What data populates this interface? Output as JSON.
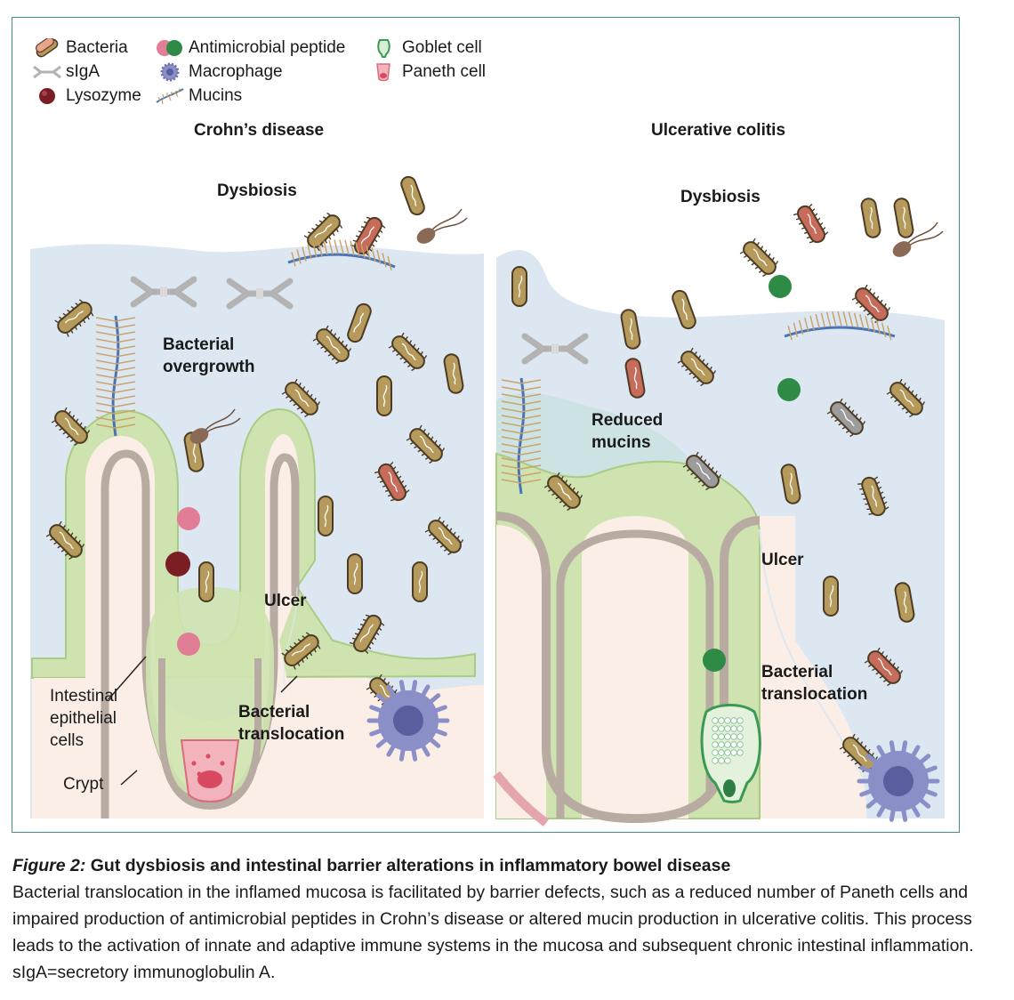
{
  "legend": {
    "bacteria": "Bacteria",
    "siga": "sIgA",
    "lysozyme": "Lysozyme",
    "antimicrobial_peptide": "Antimicrobial peptide",
    "macrophage": "Macrophage",
    "mucins": "Mucins",
    "goblet_cell": "Goblet cell",
    "paneth_cell": "Paneth cell"
  },
  "crohns": {
    "title": "Crohn’s disease",
    "dysbiosis": "Dysbiosis",
    "overgrowth_line1": "Bacterial",
    "overgrowth_line2": "overgrowth",
    "ulcer": "Ulcer",
    "translocation_line1": "Bacterial",
    "translocation_line2": "translocation",
    "epithelial_line1": "Intestinal",
    "epithelial_line2": "epithelial",
    "epithelial_line3": "cells",
    "crypt": "Crypt"
  },
  "uc": {
    "title": "Ulcerative colitis",
    "dysbiosis": "Dysbiosis",
    "reduced_line1": "Reduced",
    "reduced_line2": "mucins",
    "ulcer": "Ulcer",
    "translocation_line1": "Bacterial",
    "translocation_line2": "translocation"
  },
  "caption": {
    "figure_label": "Figure 2:",
    "title": "Gut dysbiosis and intestinal barrier alterations in inflammatory bowel disease",
    "body": "Bacterial translocation in the inflamed mucosa is facilitated by barrier defects, such as a reduced number of Paneth cells and impaired production of antimicrobial peptides in Crohn’s disease or altered mucin production in ulcerative colitis. This process leads to the activation of innate and adaptive immune systems in the mucosa and subsequent chronic intestinal inflammation. sIgA=secretory immunoglobulin A."
  },
  "colors": {
    "frame": "#3f8f8a",
    "lumen": "#dde7f1",
    "epithelium": "#cfe3b0",
    "crypt_wall": "#b8aca2",
    "tissue": "#fbeee6",
    "bacteria": "#b59a5c",
    "bacteria_red": "#c76b5b",
    "bacteria_grey": "#9c9c9c",
    "antimicrobial_peptide_pink": "#e27d96",
    "antimicrobial_peptide_green": "#2e8b45",
    "lysozyme": "#7a1e24",
    "macrophage": "#8b8fc7",
    "mucin": "#4a73b5",
    "goblet": "#3a9a52",
    "paneth": "#e0707c"
  },
  "icons": [
    "bacteria-icon",
    "siga-icon",
    "lysozyme-icon",
    "antimicrobial-peptide-icon",
    "macrophage-icon",
    "mucin-icon",
    "goblet-cell-icon",
    "paneth-cell-icon"
  ]
}
